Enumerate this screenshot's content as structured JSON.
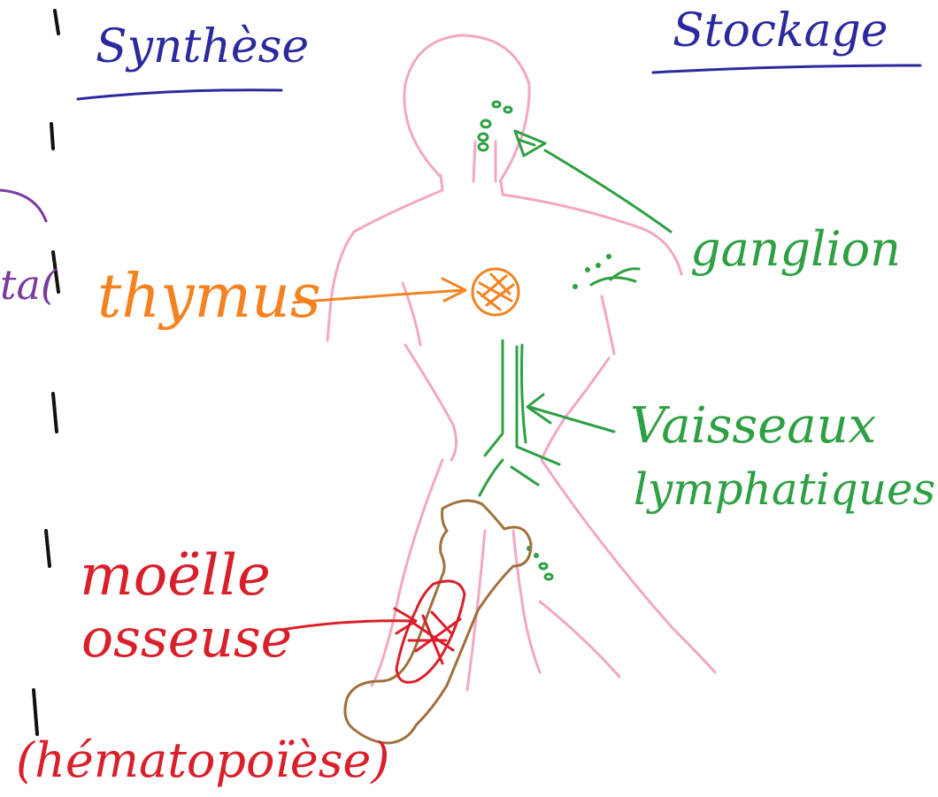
{
  "headings": {
    "left": "Synthèse",
    "right": "Stockage"
  },
  "labels": {
    "thymus": "thymus",
    "ganglion": "ganglion",
    "vaisseaux_line1": "Vaisseaux",
    "vaisseaux_line2": "lymphatiques",
    "moelle_line1": "moëlle",
    "moelle_line2": "osseuse",
    "hematopoiese": "(hématopoïèse)",
    "margin_fragment": "ta("
  },
  "colors": {
    "heading": "#2a2a9e",
    "body_outline": "#f2a7c4",
    "lymph": "#2ea043",
    "thymus": "#f58220",
    "bone_marrow": "#d9202a",
    "bone": "#a0703c",
    "margin_mark": "#7a3aa0",
    "left_marks": "#111111"
  }
}
